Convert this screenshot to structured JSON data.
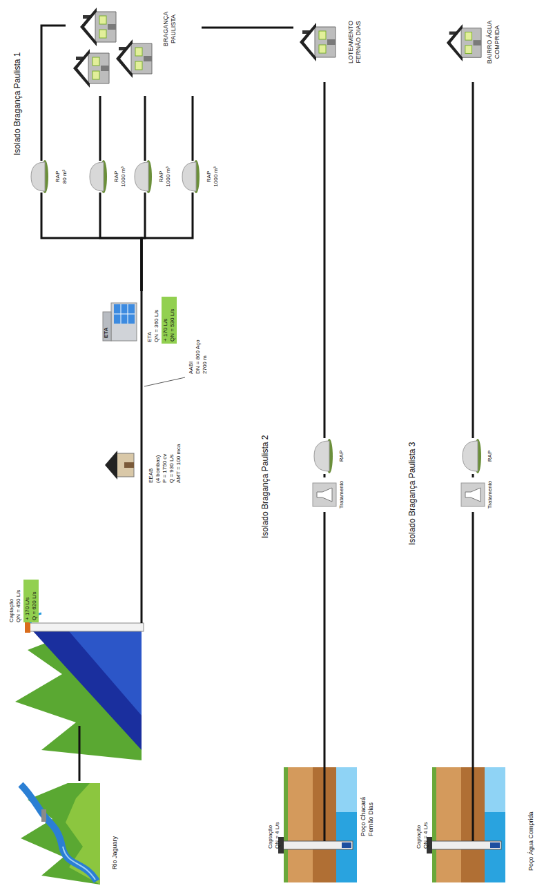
{
  "diagram": {
    "nodes": [
      {
        "text": [
          "Rio Jaguary"
        ]
      },
      {
        "text": [
          "Captação",
          "QN = 450 L/s"
        ]
      },
      {
        "text": [
          "+ 170 L/s",
          "Q = 620 L/s"
        ],
        "in": 1
      },
      {
        "text": [
          "EEAB",
          "(4 bombas)",
          "P = 1750 cv",
          "Q = 930 L/s",
          "AMT = 100 mca"
        ]
      },
      {
        "text": [
          "ETA",
          "ETA",
          "QN = 360 L/s"
        ]
      },
      {
        "text": [
          "+ 170 L/s",
          "QN = 530 L/s"
        ],
        "in": 4
      },
      {
        "text": [
          "RAP",
          "80 m³"
        ]
      },
      {
        "text": [
          "RAP",
          "1000 m³"
        ]
      },
      {
        "text": [
          "RAP",
          "1000 m³"
        ]
      },
      {
        "text": [
          "RAP",
          "1000 m³"
        ]
      },
      {
        "text": [
          "BRAGANÇA PAULISTA"
        ]
      },
      {
        "text": [
          "LOTEAMENTO FERNÃO DIAS"
        ]
      },
      {
        "text": [
          "Captação",
          "QN = 4 L/s",
          "Poço Chacará Fernão Dias"
        ]
      },
      {
        "text": [
          "Tratamento"
        ]
      },
      {
        "text": [
          "RAP"
        ]
      },
      {
        "text": [
          "Captação",
          "QN = 4 L/s",
          "Poço Água Comprida"
        ]
      },
      {
        "text": [
          "Tratamento"
        ]
      },
      {
        "text": [
          "RAP"
        ]
      },
      {
        "text": [
          "BAIRRO ÁGUA COMPRIDA"
        ]
      }
    ],
    "edges": [
      {
        "from": 0,
        "to": 1,
        "arrow": "none"
      },
      {
        "from": 1,
        "to": 3,
        "arrow": "none"
      },
      {
        "from": 3,
        "to": 4,
        "arrow": "none"
      },
      {
        "from": 4,
        "to": 6,
        "arrow": "none"
      },
      {
        "from": 4,
        "to": 7,
        "arrow": "none"
      },
      {
        "from": 4,
        "to": 8,
        "arrow": "none"
      },
      {
        "from": 4,
        "to": 9,
        "arrow": "none"
      },
      {
        "from": 6,
        "to": 10,
        "arrow": "none"
      },
      {
        "from": 7,
        "to": 10,
        "arrow": "none"
      },
      {
        "from": 8,
        "to": 10,
        "arrow": "none"
      },
      {
        "from": 9,
        "to": 10,
        "arrow": "none"
      },
      {
        "from": 10,
        "to": 11,
        "arrow": "none"
      },
      {
        "from": 12,
        "to": 13,
        "arrow": "none"
      },
      {
        "from": 13,
        "to": 14,
        "arrow": "none"
      },
      {
        "from": 14,
        "to": 11,
        "arrow": "none"
      },
      {
        "from": 15,
        "to": 16,
        "arrow": "none"
      },
      {
        "from": 16,
        "to": 17,
        "arrow": "none"
      },
      {
        "from": 17,
        "to": 18,
        "arrow": "none"
      }
    ],
    "labels": [
      "Isolado Bragança Paulista 1",
      "Isolado Bragança Paulista 2",
      "Isolado Bragança Paulista 3",
      "AABI",
      "DN = 800 Aço",
      "2700 m"
    ]
  }
}
